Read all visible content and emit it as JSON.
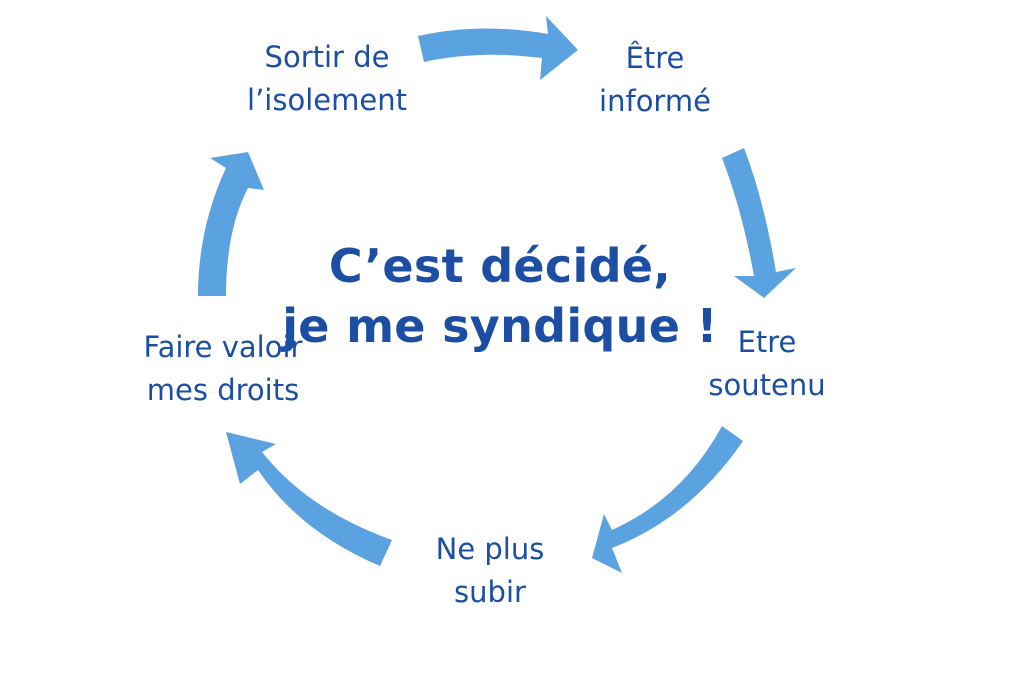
{
  "center_title": {
    "line1": "C’est décidé,",
    "line2": "je me syndique !"
  },
  "cycle_steps": [
    {
      "id": "sortir",
      "line1": "Sortir de",
      "line2": "l’isolement"
    },
    {
      "id": "informe",
      "line1": "Être",
      "line2": "informé"
    },
    {
      "id": "soutenu",
      "line1": "Etre",
      "line2": "soutenu"
    },
    {
      "id": "subir",
      "line1": "Ne plus",
      "line2": "subir"
    },
    {
      "id": "droits",
      "line1": "Faire valoir",
      "line2": "mes droits"
    }
  ],
  "colors": {
    "text": "#1c4fa3",
    "arrow": "#5ba3e0",
    "background": "#ffffff"
  },
  "arrow_count": 5,
  "arrow_direction": "clockwise"
}
